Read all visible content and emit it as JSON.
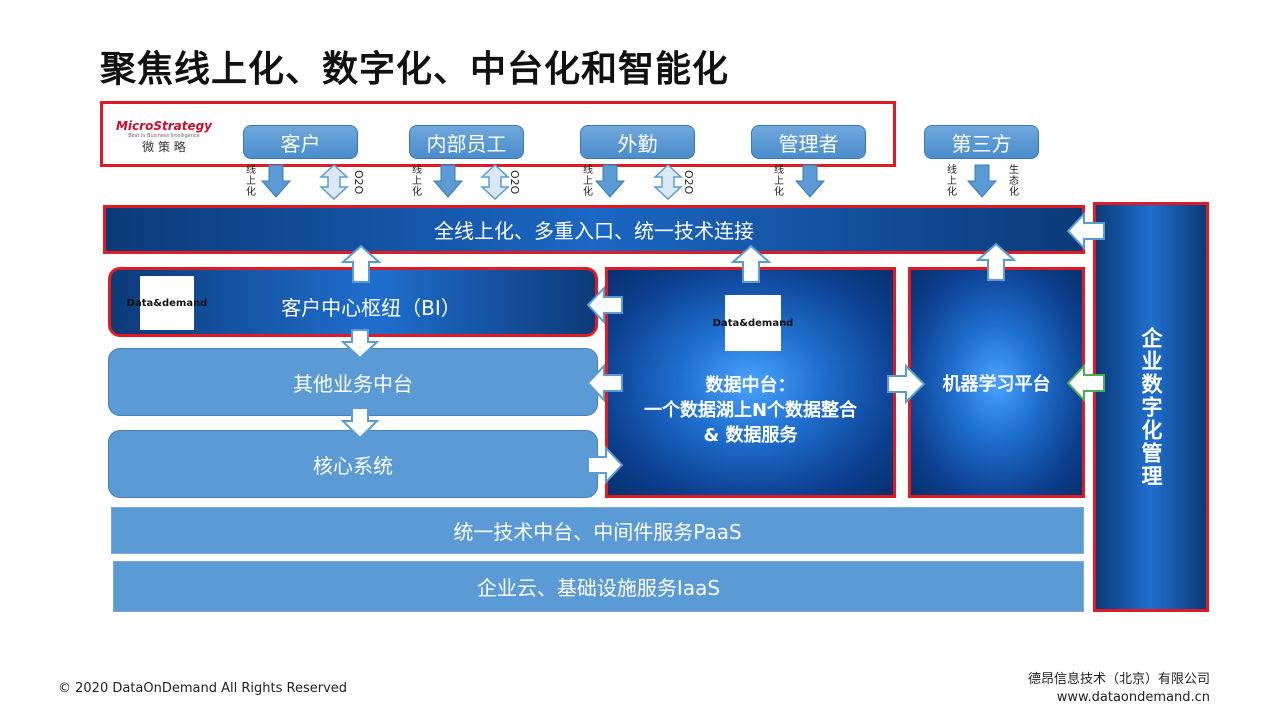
{
  "title": "聚焦线上化、数字化、中台化和智能化",
  "brand": {
    "microstrategy_logo": "MicroStrategy",
    "microstrategy_tagline": "Best in Business Intelligence",
    "microstrategy_cn": "微 策 略"
  },
  "users": [
    {
      "label": "客户"
    },
    {
      "label": "内部员工"
    },
    {
      "label": "外勤"
    },
    {
      "label": "管理者"
    },
    {
      "label": "第三方"
    }
  ],
  "channel_labels": {
    "online": "线上化",
    "o2o": "O2O",
    "eco": "生态化"
  },
  "layers": {
    "entry": "全线上化、多重入口、统一技术连接",
    "customer_hub": "客户中心枢纽（BI）",
    "other_business": "其他业务中台",
    "core_system": "核心系统",
    "data_platform_title": "数据中台：",
    "data_platform_line2": "一个数据湖上N个数据整合",
    "data_platform_line3": "& 数据服务",
    "ml_platform": "机器学习平台",
    "enterprise_mgmt": "企业数字化管理",
    "tech_paas": "统一技术中台、中间件服务PaaS",
    "cloud_iaas": "企业云、基础设施服务IaaS"
  },
  "logos": {
    "dod_hub": "Data&demand",
    "dod_data": "Data&demand"
  },
  "footer": {
    "copyright": "© 2020 DataOnDemand All Rights Reserved",
    "company": "德昂信息技术（北京）有限公司",
    "website": "www.dataondemand.cn"
  },
  "colors": {
    "red": "#e01b24",
    "navy": "#0c3a78",
    "light_blue": "#5b9bd5",
    "arrow": "#5b9bd5"
  }
}
